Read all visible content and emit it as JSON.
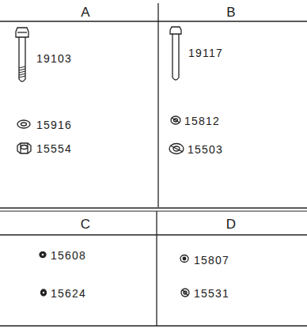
{
  "diagram": {
    "labels": [
      "A",
      "B",
      "19103",
      "19117",
      "15916",
      "15812",
      "15554",
      "15503",
      "C",
      "D",
      "15608",
      "15807",
      "15624",
      "15531"
    ]
  }
}
